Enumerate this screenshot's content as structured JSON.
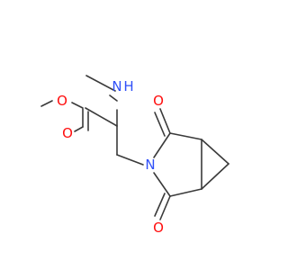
{
  "molecule": {
    "atoms": [
      {
        "id": "o_ester",
        "symbol": "O",
        "color": "#ff0d0d"
      },
      {
        "id": "o_carbonyl",
        "symbol": "O",
        "color": "#ff0d0d"
      },
      {
        "id": "n_amine",
        "symbol": "N",
        "color": "#3050f8"
      },
      {
        "id": "h_amine",
        "symbol": "H",
        "color": "#3050f8"
      },
      {
        "id": "n_imide",
        "symbol": "N",
        "color": "#3050f8"
      },
      {
        "id": "o_imide_top",
        "symbol": "O",
        "color": "#ff0d0d"
      },
      {
        "id": "o_imide_bottom",
        "symbol": "O",
        "color": "#ff0d0d"
      }
    ]
  }
}
